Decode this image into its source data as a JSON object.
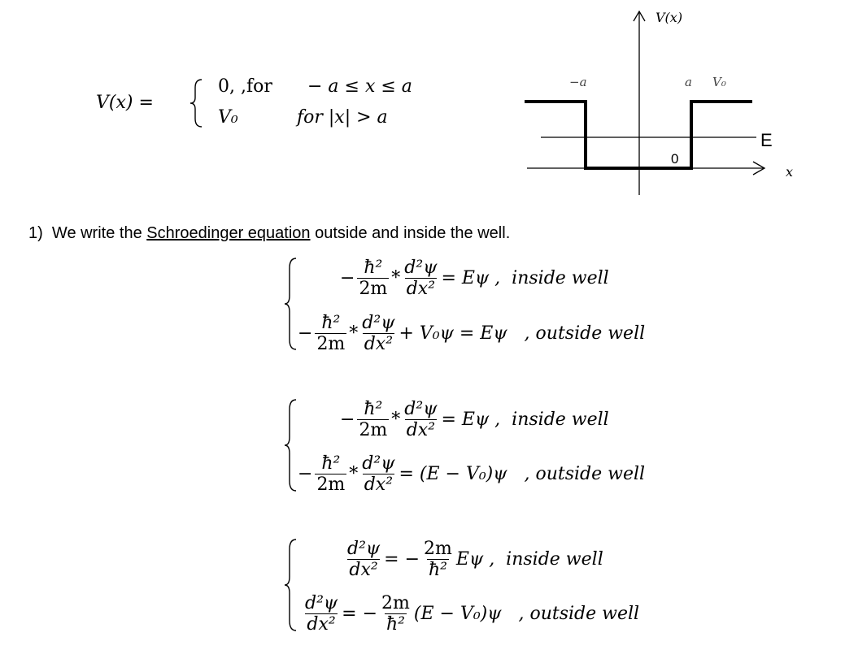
{
  "potential": {
    "lhs": "V(x) =",
    "case1_value": "0, ,for",
    "case1_cond": "− a ≤ x ≤ a",
    "case2_value": "V₀",
    "case2_cond": "for |x| > a"
  },
  "diagram": {
    "y_label": "V(x)",
    "x_label": "x",
    "neg_a": "−a",
    "pos_a": "a",
    "v0": "V₀",
    "zero": "0",
    "energy": "E"
  },
  "step1": {
    "number": "1)",
    "pre": "We write the ",
    "link": "Schroedinger equation",
    "post": " outside and inside the well."
  },
  "eq": {
    "hbar2": "ħ²",
    "two_m": "2m",
    "d2psi": "d²ψ",
    "dx2": "dx²",
    "minus": "−",
    "star": "*",
    "s1_l1_rest": "= Eψ ,  inside well",
    "s1_l2_rest": "+ V₀ψ = Eψ   , outside well",
    "s2_l1_rest": "= Eψ ,  inside well",
    "s2_l2_rest": "= (E − V₀)ψ   , outside well",
    "s3_eq": "= −",
    "s3_l1_rest": "Eψ ,  inside well",
    "s3_l2_rest": "(E − V₀)ψ   , outside well"
  }
}
